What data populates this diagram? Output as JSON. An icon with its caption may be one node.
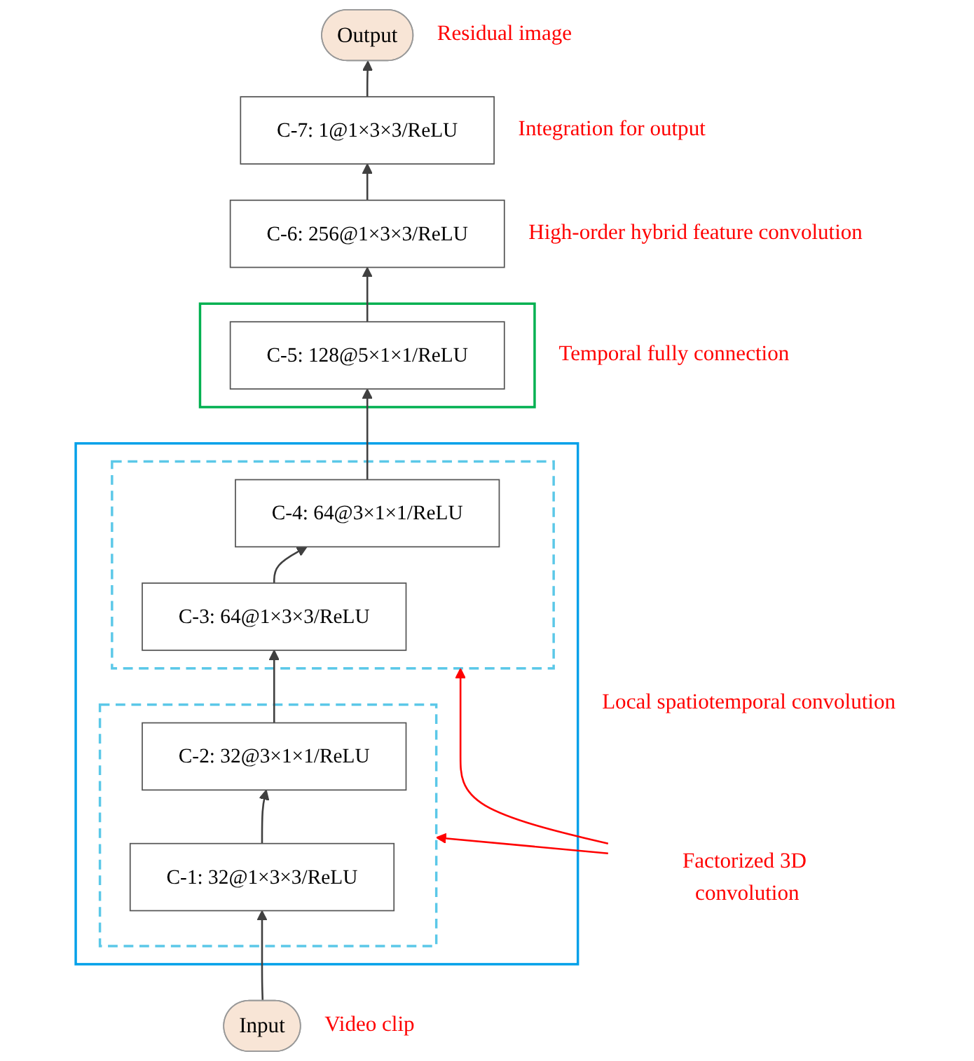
{
  "diagram": {
    "nodes": [
      {
        "text": [
          "Output"
        ],
        "beside": [
          "Residual image"
        ]
      },
      {
        "text": [
          "C-7: 1@1×3×3/ReLU"
        ],
        "beside": [
          "Integration for output"
        ]
      },
      {
        "text": [
          "C-6: 256@1×3×3/ReLU"
        ],
        "beside": [
          "High-order hybrid feature convolution"
        ]
      },
      {
        "text": [],
        "shape": "box",
        "beside": [
          "Temporal fully connection"
        ]
      },
      {
        "text": [
          "C-5: 128@5×1×1/ReLU"
        ],
        "in": 3
      },
      {
        "text": [],
        "shape": "box",
        "beside": [
          "Local spatiotemporal convolution"
        ]
      },
      {
        "text": [],
        "shape": "box",
        "in": 5
      },
      {
        "text": [
          "C-4: 64@3×1×1/ReLU"
        ],
        "in": 6
      },
      {
        "text": [
          "C-3: 64@1×3×3/ReLU"
        ],
        "in": 6
      },
      {
        "text": [],
        "shape": "box",
        "in": 5
      },
      {
        "text": [
          "C-2: 32@3×1×1/ReLU"
        ],
        "in": 9
      },
      {
        "text": [
          "C-1: 32@1×3×3/ReLU"
        ],
        "in": 9
      },
      {
        "text": [
          "Input"
        ],
        "beside": [
          "Video clip"
        ]
      },
      {
        "text": [
          "Factorized 3D convolution"
        ]
      }
    ],
    "edges": [
      {
        "from": 12,
        "to": 11,
        "arrow": "to"
      },
      {
        "from": 11,
        "to": 10,
        "arrow": "to"
      },
      {
        "from": 10,
        "to": 8,
        "arrow": "to"
      },
      {
        "from": 8,
        "to": 7,
        "arrow": "to"
      },
      {
        "from": 7,
        "to": 4,
        "arrow": "to"
      },
      {
        "from": 4,
        "to": 2,
        "arrow": "to"
      },
      {
        "from": 2,
        "to": 1,
        "arrow": "to"
      },
      {
        "from": 1,
        "to": 0,
        "arrow": "to"
      },
      {
        "from": 13,
        "to": 6,
        "arrow": "to",
        "color": "#ff0000"
      },
      {
        "from": 13,
        "to": 9,
        "arrow": "to",
        "color": "#ff0000"
      }
    ]
  }
}
